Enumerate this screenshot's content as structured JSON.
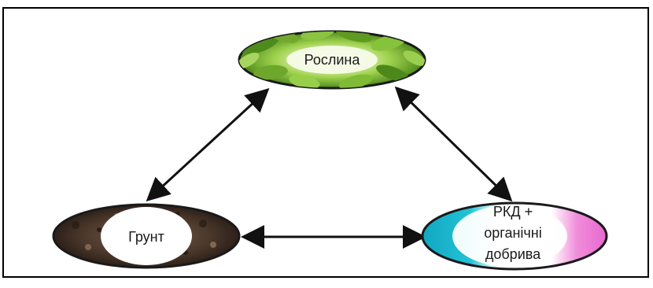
{
  "diagram": {
    "nodes": {
      "plant": {
        "label": "Рослина",
        "fill": "leaves",
        "icon": "leaves-texture"
      },
      "soil": {
        "label": "Грунт",
        "fill": "soil",
        "icon": "soil-texture"
      },
      "fertilizer": {
        "lines": [
          "РКД +",
          "органічні",
          "добрива"
        ],
        "fill": "gradient"
      }
    },
    "edges": [
      {
        "from": "plant",
        "to": "soil",
        "type": "bidirectional"
      },
      {
        "from": "plant",
        "to": "fertilizer",
        "type": "bidirectional"
      },
      {
        "from": "soil",
        "to": "fertilizer",
        "type": "bidirectional"
      }
    ]
  },
  "colors": {
    "frame": "#000000",
    "arrow": "#111111",
    "leaf_dark": "#4f8a1c",
    "leaf_light": "#b6dc62",
    "soil_dark": "#3b2a1e",
    "soil_mid": "#6d5440",
    "fert_cyan": "#19aec6",
    "fert_pink": "#f080d8",
    "node_outline": "#1a1a1a",
    "label": "#1a1a1a"
  }
}
